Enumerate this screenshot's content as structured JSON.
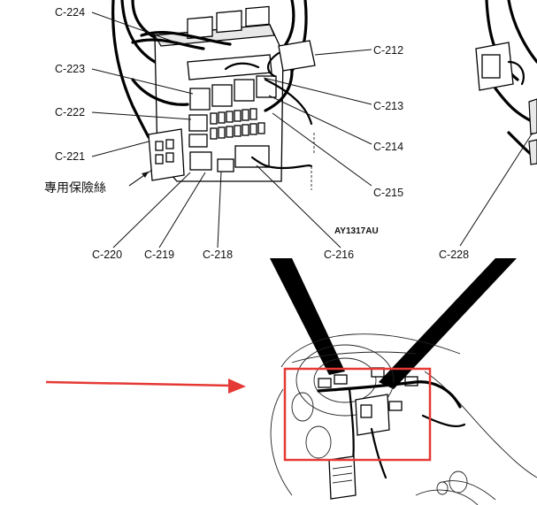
{
  "labels": {
    "c224": "C-224",
    "c223": "C-223",
    "c222": "C-222",
    "c221": "C-221",
    "special_fuse": "專用保險絲",
    "c220": "C-220",
    "c219": "C-219",
    "c218": "C-218",
    "c216": "C-216",
    "c215": "C-215",
    "c214": "C-214",
    "c213": "C-213",
    "c212": "C-212",
    "c228": "C-228",
    "figure_code": "AY1317AU"
  },
  "colors": {
    "highlight_box": "#e53935",
    "arrow": "#e53935",
    "line_art": "#000000"
  },
  "icons": {
    "arrow": "red-arrow-right",
    "box": "red-highlight-box"
  }
}
